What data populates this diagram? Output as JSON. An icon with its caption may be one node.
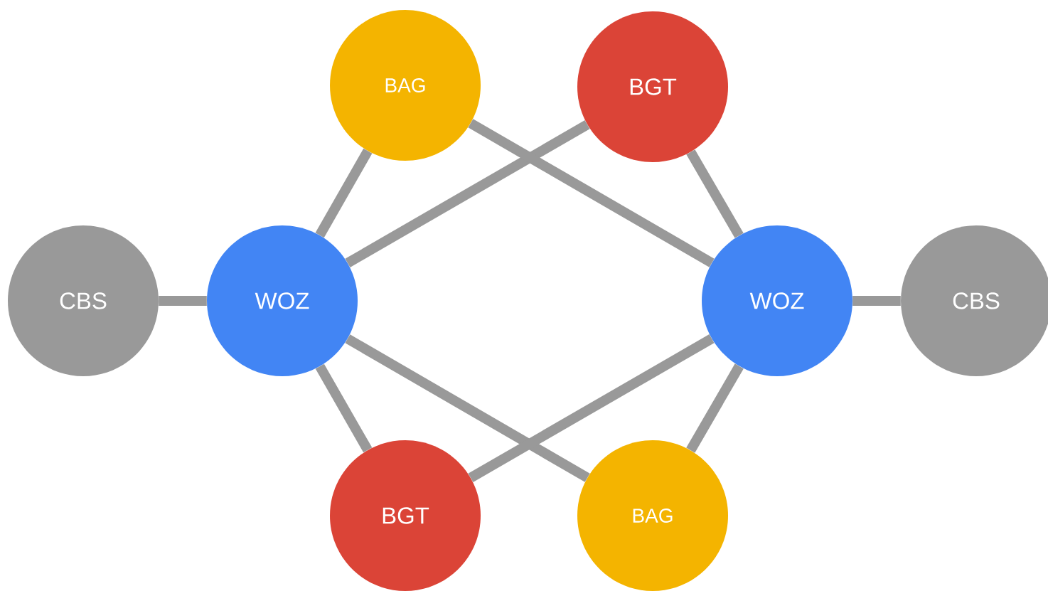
{
  "diagram": {
    "nodes": [
      {
        "text": [
          "BAG"
        ]
      },
      {
        "text": [
          "BGT"
        ]
      },
      {
        "text": [
          "CBS"
        ]
      },
      {
        "text": [
          "WOZ"
        ]
      },
      {
        "text": [
          "WOZ"
        ]
      },
      {
        "text": [
          "CBS"
        ]
      },
      {
        "text": [
          "BGT"
        ]
      },
      {
        "text": [
          "BAG"
        ]
      }
    ],
    "edges": [
      {
        "from": 2,
        "to": 3,
        "arrow": "none"
      },
      {
        "from": 3,
        "to": 0,
        "arrow": "none"
      },
      {
        "from": 3,
        "to": 1,
        "arrow": "none"
      },
      {
        "from": 4,
        "to": 1,
        "arrow": "none"
      },
      {
        "from": 4,
        "to": 0,
        "arrow": "none"
      },
      {
        "from": 4,
        "to": 5,
        "arrow": "none"
      },
      {
        "from": 3,
        "to": 6,
        "arrow": "none"
      },
      {
        "from": 3,
        "to": 7,
        "arrow": "none"
      },
      {
        "from": 4,
        "to": 6,
        "arrow": "none"
      },
      {
        "from": 4,
        "to": 7,
        "arrow": "none"
      }
    ]
  }
}
